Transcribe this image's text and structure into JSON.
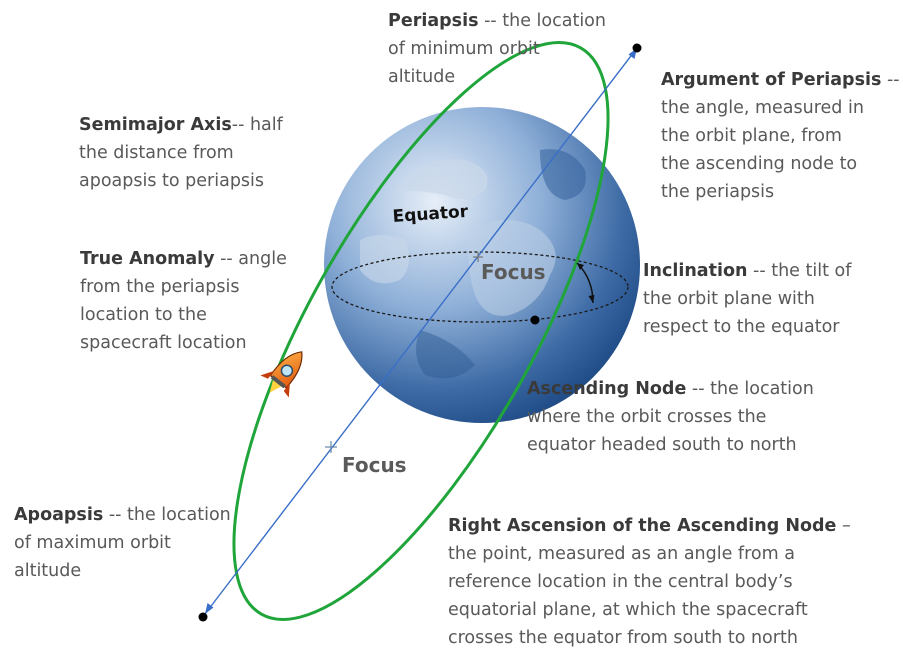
{
  "colors": {
    "orbit": "#1fa53a",
    "axis": "#3a6fc8",
    "globe_dark": "#1f4c86",
    "globe_light": "#dbe6f3",
    "text": "#595959",
    "text_bold": "#3a3a3a"
  },
  "globe": {
    "equator_label": "Equator",
    "focus_label": "Focus"
  },
  "orbit": {
    "focus_label": "Focus"
  },
  "spacecraft": {
    "icon": "rocket-icon"
  },
  "labels": {
    "periapsis": {
      "term": "Periapsis",
      "lines": [
        " -- the location",
        "of minimum orbit",
        "altitude"
      ]
    },
    "argument_of_periapsis": {
      "term": "Argument of Periapsis",
      "lines": [
        " --",
        "the angle, measured in",
        "the orbit plane, from",
        "the ascending node to",
        "the periapsis"
      ]
    },
    "semimajor_axis": {
      "term": "Semimajor Axis",
      "lines": [
        "-- half",
        "the distance from",
        "apoapsis to periapsis"
      ]
    },
    "true_anomaly": {
      "term": "True Anomaly",
      "lines": [
        " -- angle",
        "from the periapsis",
        "location to the",
        "spacecraft location"
      ]
    },
    "inclination": {
      "term": "Inclination",
      "lines": [
        " -- the tilt of",
        "the orbit plane with",
        "respect to the equator"
      ]
    },
    "ascending_node": {
      "term": "Ascending Node",
      "lines": [
        " -- the location",
        "where the orbit crosses the",
        "equator headed south to north"
      ]
    },
    "apoapsis": {
      "term": "Apoapsis",
      "lines": [
        " -- the location",
        "of maximum orbit",
        "altitude"
      ]
    },
    "raan": {
      "term": "Right Ascension of the Ascending Node",
      "lines": [
        " –",
        "the point, measured as an angle from a",
        "reference  location in the central body’s",
        "equatorial plane, at which the spacecraft",
        "crosses the equator from south to north"
      ]
    }
  }
}
